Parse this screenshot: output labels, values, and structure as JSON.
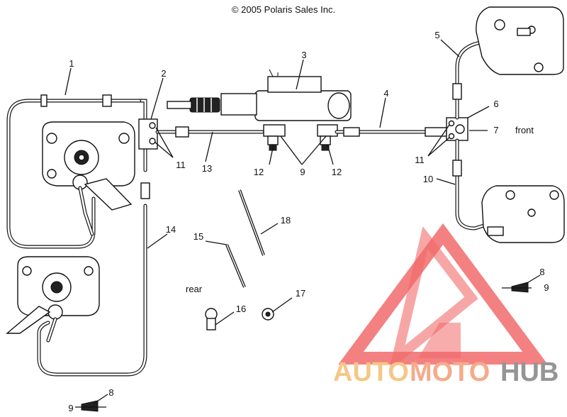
{
  "copyright": "© 2005 Polaris Sales Inc.",
  "callouts": [
    "1",
    "2",
    "3",
    "4",
    "5",
    "6",
    "7",
    "8",
    "8",
    "9",
    "9",
    "9",
    "10",
    "11",
    "11",
    "12",
    "12",
    "13",
    "14",
    "15",
    "16",
    "17",
    "18"
  ],
  "labels": {
    "front": "front",
    "rear": "rear"
  },
  "watermark": {
    "auto": "AUTO",
    "moto": "MOTO",
    "hub": "HUB",
    "colors": {
      "triangle": "#f05a5a",
      "auto": "#f4c27a",
      "moto": "#f4a37e",
      "hub": "#8a8a8a"
    }
  }
}
